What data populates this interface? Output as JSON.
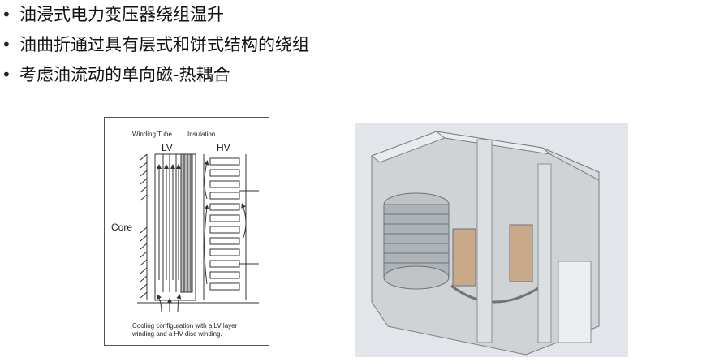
{
  "bullets": [
    "油浸式电力变压器绕组温升",
    "油曲折通过具有层式和饼式结构的绕组",
    "考虑油流动的单向磁-热耦合"
  ],
  "figure_left": {
    "label_winding_tube": "Winding Tube",
    "label_insulation": "Insulation",
    "label_lv": "LV",
    "label_hv": "HV",
    "label_core": "Core",
    "caption_line1": "Cooling configuration with a LV layer",
    "caption_line2": "winding and a HV disc winding."
  },
  "colors": {
    "line": "#333333",
    "photo_bg": "#e2e6ea"
  }
}
